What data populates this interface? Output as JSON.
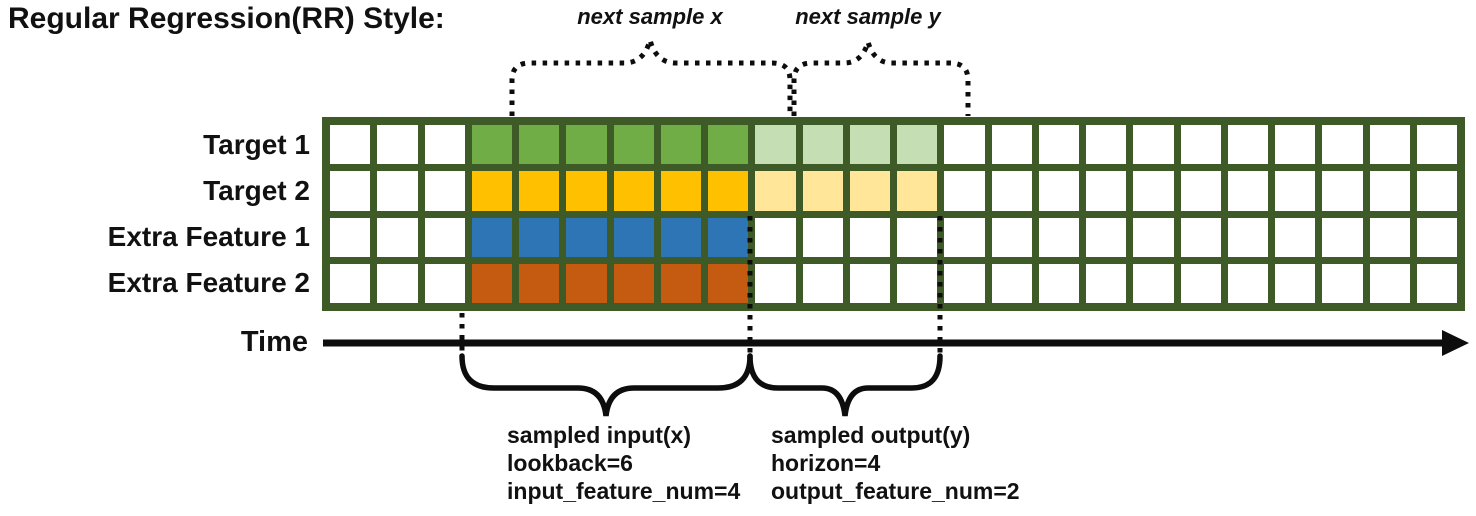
{
  "title": "Regular Regression(RR) Style:",
  "colors": {
    "grid_border": "#3e5a26",
    "cell_empty": "#ffffff",
    "line_black": "#0d0d0d",
    "target1_lookback": "#70ad47",
    "target1_horizon": "#c5deb3",
    "target2_lookback": "#ffc000",
    "target2_horizon": "#ffe699",
    "extra1_lookback": "#2e75b6",
    "extra2_lookback": "#c55a11"
  },
  "grid": {
    "n_cols": 24,
    "lookback_start_col": 3,
    "lookback_len": 6,
    "horizon_len": 4,
    "rows": [
      {
        "label": "Target 1",
        "lookback_color": "#70ad47",
        "horizon_color": "#c5deb3"
      },
      {
        "label": "Target 2",
        "lookback_color": "#ffc000",
        "horizon_color": "#ffe699"
      },
      {
        "label": "Extra Feature 1",
        "lookback_color": "#2e75b6",
        "horizon_color": null
      },
      {
        "label": "Extra Feature 2",
        "lookback_color": "#c55a11",
        "horizon_color": null
      }
    ]
  },
  "annotations": {
    "next_sample_x": "next sample x",
    "next_sample_y": "next sample y",
    "time_label": "Time",
    "input_block": [
      "sampled input(x)",
      "lookback=6",
      "input_feature_num=4"
    ],
    "output_block": [
      "sampled output(y)",
      "horizon=4",
      "output_feature_num=2"
    ]
  }
}
